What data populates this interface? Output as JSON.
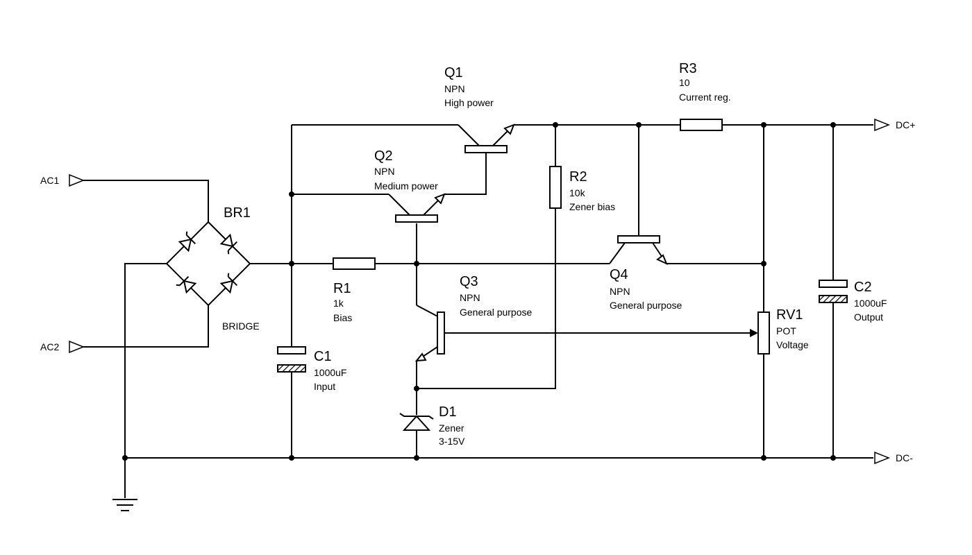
{
  "ports": {
    "ac1": "AC1",
    "ac2": "AC2",
    "dc_plus": "DC+",
    "dc_minus": "DC-"
  },
  "components": {
    "br1": {
      "ref": "BR1",
      "lines": [
        "BRIDGE"
      ]
    },
    "c1": {
      "ref": "C1",
      "lines": [
        "1000uF",
        "Input"
      ]
    },
    "r1": {
      "ref": "R1",
      "lines": [
        "1k",
        "Bias"
      ]
    },
    "q1": {
      "ref": "Q1",
      "lines": [
        "NPN",
        "High power"
      ]
    },
    "q2": {
      "ref": "Q2",
      "lines": [
        "NPN",
        "Medium power"
      ]
    },
    "q3": {
      "ref": "Q3",
      "lines": [
        "NPN",
        "General purpose"
      ]
    },
    "r2": {
      "ref": "R2",
      "lines": [
        "10k",
        "Zener bias"
      ]
    },
    "d1": {
      "ref": "D1",
      "lines": [
        "Zener",
        "3-15V"
      ]
    },
    "q4": {
      "ref": "Q4",
      "lines": [
        "NPN",
        "General purpose"
      ]
    },
    "r3": {
      "ref": "R3",
      "lines": [
        "10",
        "Current reg."
      ]
    },
    "rv1": {
      "ref": "RV1",
      "lines": [
        "POT",
        "Voltage"
      ]
    },
    "c2": {
      "ref": "C2",
      "lines": [
        "1000uF",
        "Output"
      ]
    }
  }
}
